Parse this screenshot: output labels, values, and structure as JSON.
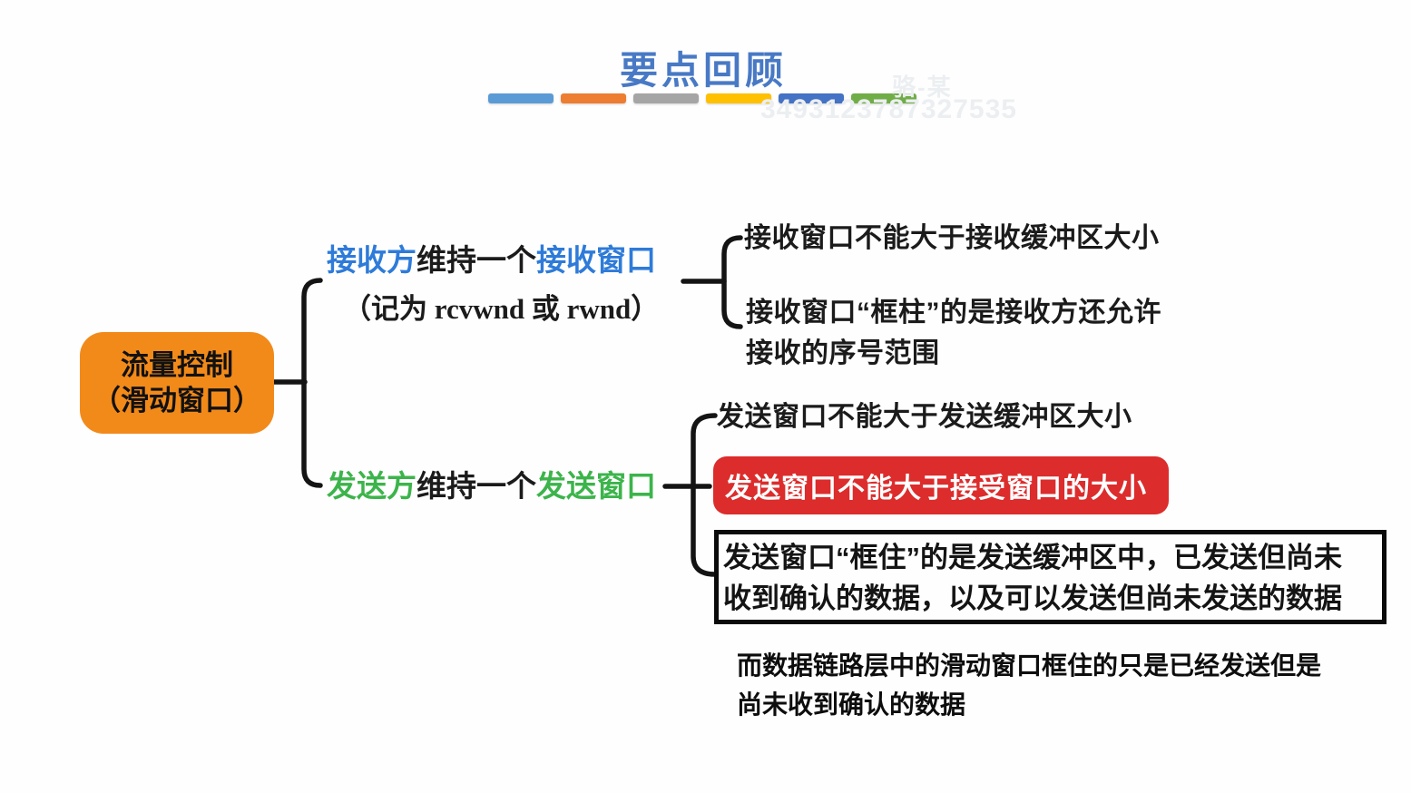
{
  "header": {
    "title": "要点回顾",
    "dashes": [
      "#5B9BD5",
      "#ED7D31",
      "#A5A5A5",
      "#FFC000",
      "#4472C4",
      "#70AD47"
    ]
  },
  "watermark": {
    "name": "骆-某",
    "number": "3493123787327535"
  },
  "root": {
    "line1": "流量控制",
    "line2": "（滑动窗口）"
  },
  "receiver": {
    "seg_subject": "接收方",
    "seg_mid": "维持一个",
    "seg_object": "接收窗口",
    "note": "（记为 rcvwnd 或 rwnd）",
    "item1": "接收窗口不能大于接收缓冲区大小",
    "item2_line1": "接收窗口“框柱”的是接收方还允许",
    "item2_line2": "接收的序号范围"
  },
  "sender": {
    "seg_subject": "发送方",
    "seg_mid": "维持一个",
    "seg_object": "发送窗口",
    "item1": "发送窗口不能大于发送缓冲区大小",
    "item2_highlight": "发送窗口不能大于接受窗口的大小",
    "item3_line1": "发送窗口“框住”的是发送缓冲区中，已发送但尚未",
    "item3_line2": "收到确认的数据，以及可以发送但尚未发送的数据"
  },
  "footnote": {
    "line1": "而数据链路层中的滑动窗口框住的只是已经发送但是",
    "line2": "尚未收到确认的数据"
  },
  "colors": {
    "accent_blue": "#2E7BD9",
    "accent_green": "#3CB44B",
    "node_orange": "#F28A1A",
    "highlight_red": "#DC2C2C",
    "title_blue": "#4879C5",
    "ink": "#1a1a1a",
    "watermark": "#ECEFF1"
  }
}
